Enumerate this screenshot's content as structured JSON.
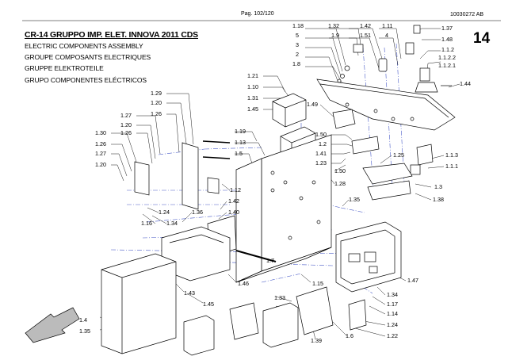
{
  "header": {
    "page": "Pag. 102/120",
    "code": "10030272 AB",
    "page_number": "14"
  },
  "titles": {
    "main": "CR-14 GRUPPO IMP. ELET. INNOVA 2011 CDS",
    "en": "ELECTRIC COMPONENTS ASSEMBLY",
    "fr": "GROUPE COMPOSANTS ELECTRIQUES",
    "de": "GRUPPE ELEKTROTEILE",
    "es": "GRUPO COMPONENTES ELÉCTRICOS"
  },
  "labels": [
    "1.18",
    "5",
    "3",
    "2",
    "1.8",
    "1.32",
    "1.9",
    "1.42",
    "1.51",
    "1.11",
    "4",
    "1.37",
    "1.48",
    "1.1.2",
    "1.1.2.2",
    "1.1.2.1",
    "1.44",
    "1.21",
    "1.10",
    "1.31",
    "1.45",
    "1.49",
    "1.29",
    "1.20",
    "1.27",
    "1.20",
    "1.26",
    "1.26",
    "1.30",
    "1.26",
    "1.27",
    "1.20",
    "1.19",
    "1.13",
    "1.5",
    "1.50",
    "1.2",
    "1.41",
    "1.23",
    "1.50",
    "1.25",
    "1.1.3",
    "1.1.1",
    "1.3",
    "1.38",
    "1.28",
    "1.12",
    "1.35",
    "1.24",
    "1.16",
    "1.34",
    "1.36",
    "1.42",
    "1.40",
    "1.7",
    "1.47",
    "1.43",
    "1.46",
    "1.15",
    "1.45",
    "1.34",
    "1.17",
    "1.14",
    "1.24",
    "1.22",
    "1.33",
    "1.4",
    "1.35",
    "1.39",
    "1.6"
  ]
}
